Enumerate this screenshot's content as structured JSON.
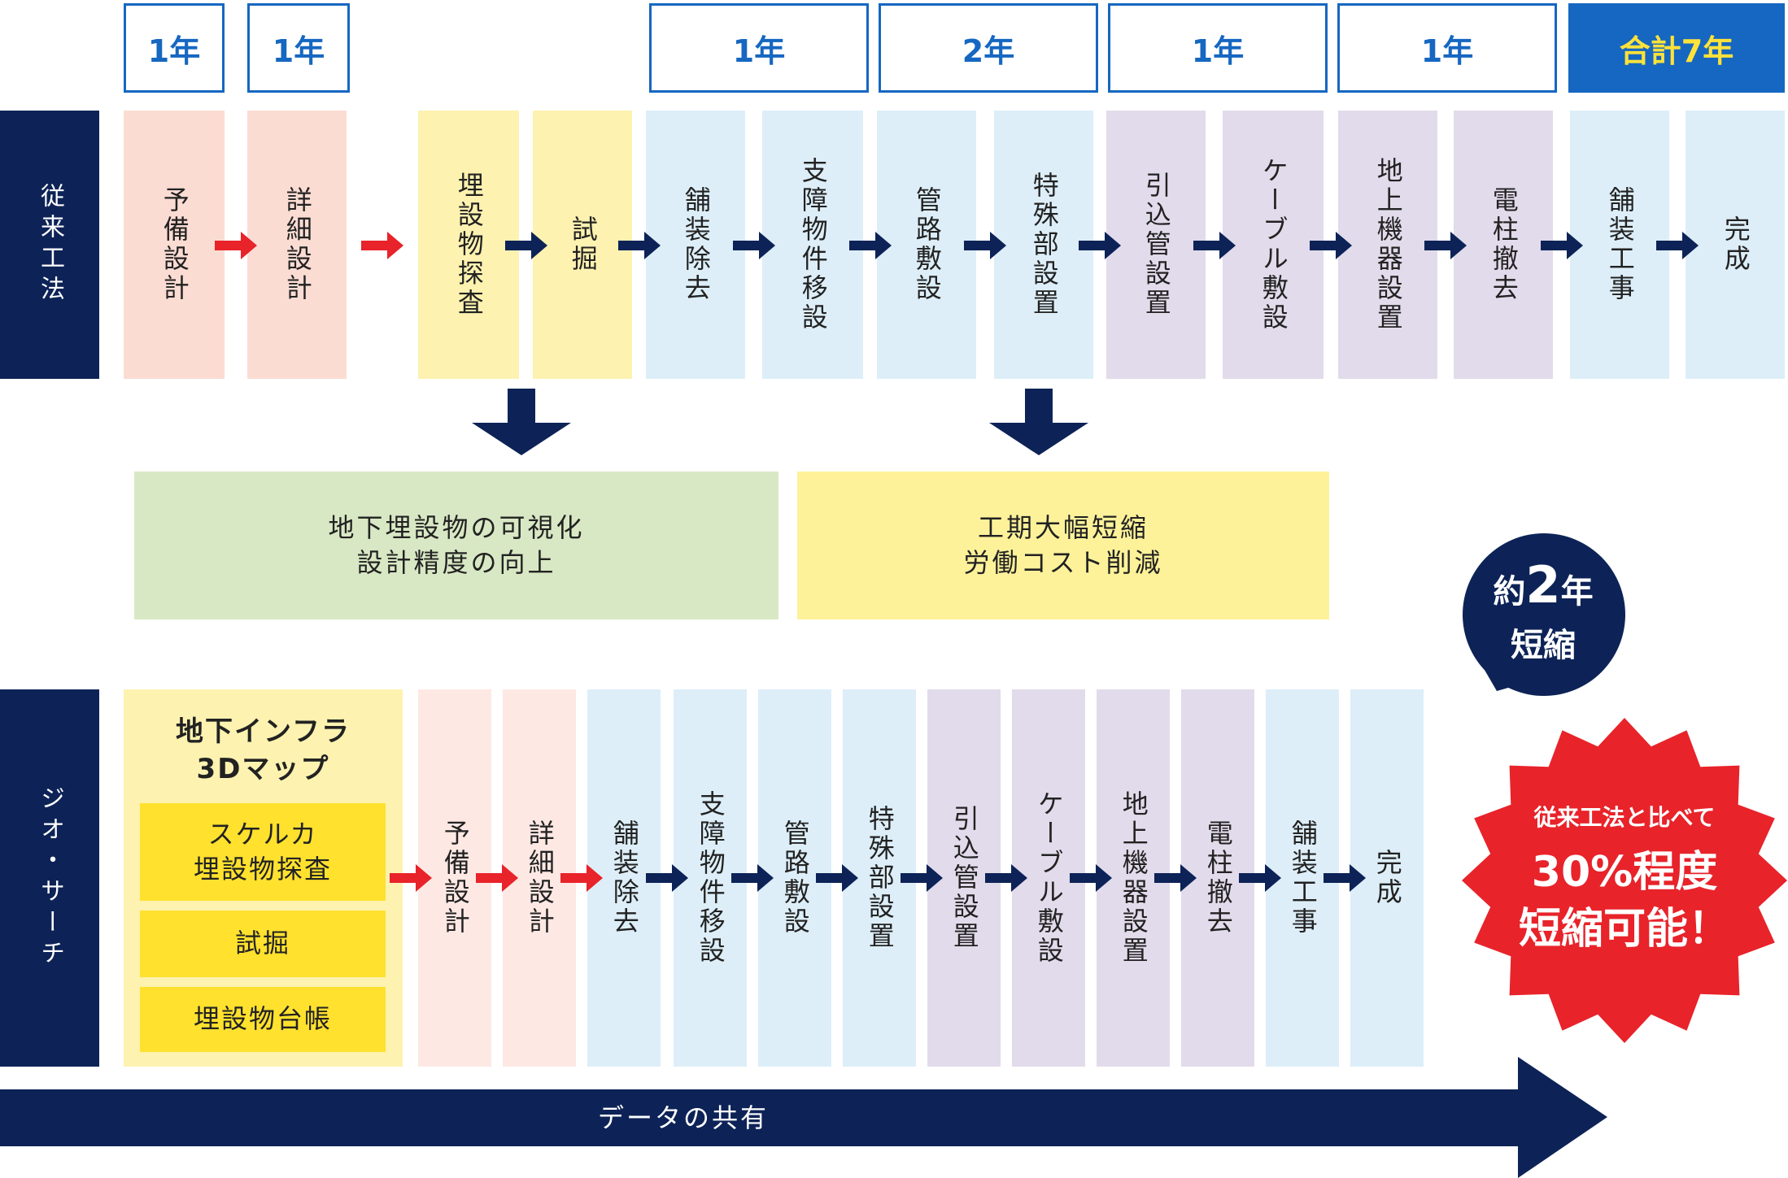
{
  "colors": {
    "navy": "#0d2357",
    "accent_blue": "#1667c1",
    "highlight_yellow": "#ffe23a",
    "arrow_red": "#e8232a",
    "design_pink": "#fbdcd3",
    "survey_yellow": "#fdf2b0",
    "paving_blue": "#ddeef8",
    "cable_purple": "#e2dbeb",
    "effect_green": "#d9e8c4",
    "effect_yellow": "#fdf29a",
    "map_yellow": "#ffe12e"
  },
  "year_labels": [
    "1年",
    "1年",
    "1年",
    "2年",
    "1年",
    "1年"
  ],
  "total_label": "合計7年",
  "conventional": {
    "label": "従来工法",
    "steps": [
      "予備設計",
      "詳細設計",
      "埋設物探査",
      "試掘",
      "舗装除去",
      "支障物件移設",
      "管路敷設",
      "特殊部設置",
      "引込管設置",
      "ケーブル敷設",
      "地上機器設置",
      "電柱撤去",
      "舗装工事",
      "完成"
    ]
  },
  "effects": [
    {
      "line1": "地下埋設物の可視化",
      "line2": "設計精度の向上"
    },
    {
      "line1": "工期大幅短縮",
      "line2": "労働コスト削減"
    }
  ],
  "badge": {
    "prefix": "約",
    "number": "2",
    "suffix": "年",
    "line2": "短縮"
  },
  "geo": {
    "label": "ジオ・サーチ",
    "map_title_1": "地下インフラ",
    "map_title_2": "3Dマップ",
    "map_items": [
      {
        "line1": "スケルカ",
        "line2": "埋設物探査"
      },
      {
        "line1": "試掘",
        "line2": ""
      },
      {
        "line1": "埋設物台帳",
        "line2": ""
      }
    ],
    "steps": [
      "予備設計",
      "詳細設計",
      "舗装除去",
      "支障物件移設",
      "管路敷設",
      "特殊部設置",
      "引込管設置",
      "ケーブル敷設",
      "地上機器設置",
      "電柱撤去",
      "舗装工事",
      "完成"
    ]
  },
  "burst": {
    "line1": "従来工法と比べて",
    "line2": "30%程度",
    "line3": "短縮可能！"
  },
  "data_arrow_label": "データの共有"
}
